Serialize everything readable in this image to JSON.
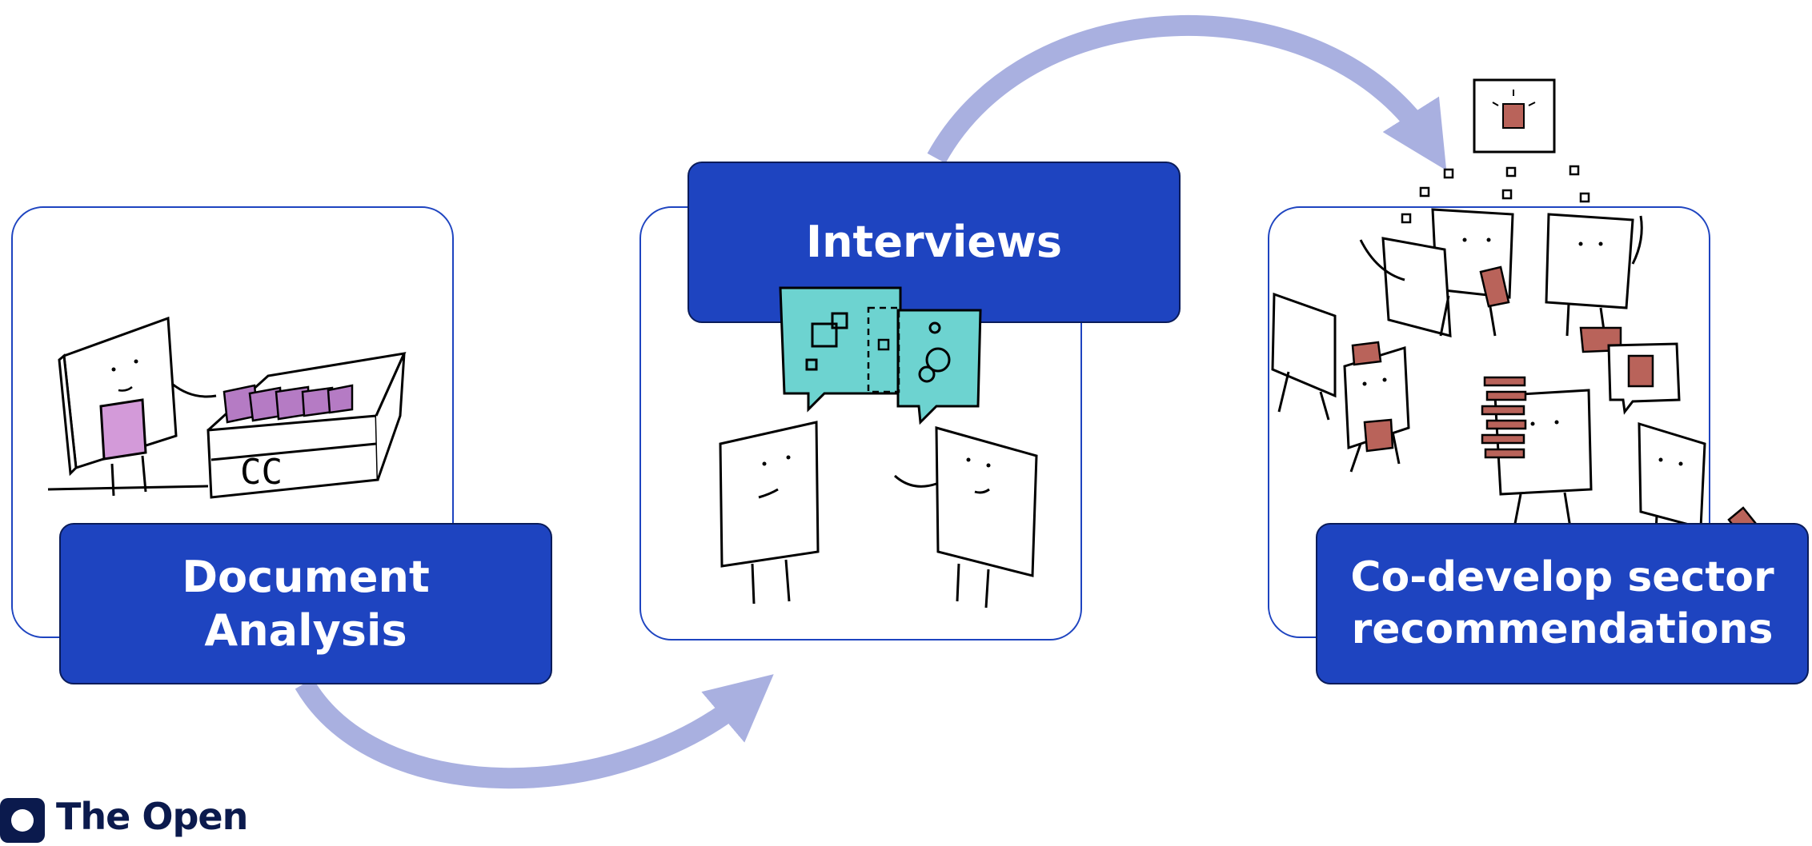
{
  "colors": {
    "background": "#ffffff",
    "frame_border": "#1e44c0",
    "label_fill": "#1e44c0",
    "arrow": "#a9b0e0",
    "speech_bubble": "#6dd3d0",
    "folder_purple": "#b57bc4",
    "book_brown": "#b9635a"
  },
  "steps": [
    {
      "label": "Document Analysis",
      "illustration_icon": "file-box-icon",
      "box_text": "CC"
    },
    {
      "label": "Interviews",
      "illustration_icon": "conversation-icon"
    },
    {
      "label_line1": "Co-develop sector",
      "label_line2": "recommendations",
      "illustration_icon": "group-collaboration-icon"
    }
  ],
  "arrows": [
    {
      "from": "Document Analysis",
      "to": "Interviews",
      "icon": "curved-arrow-icon"
    },
    {
      "from": "Interviews",
      "to": "Co-develop sector recommendations",
      "icon": "curved-arrow-icon"
    }
  ],
  "logo": {
    "text": "The Open",
    "icon": "logo-mark-icon"
  }
}
